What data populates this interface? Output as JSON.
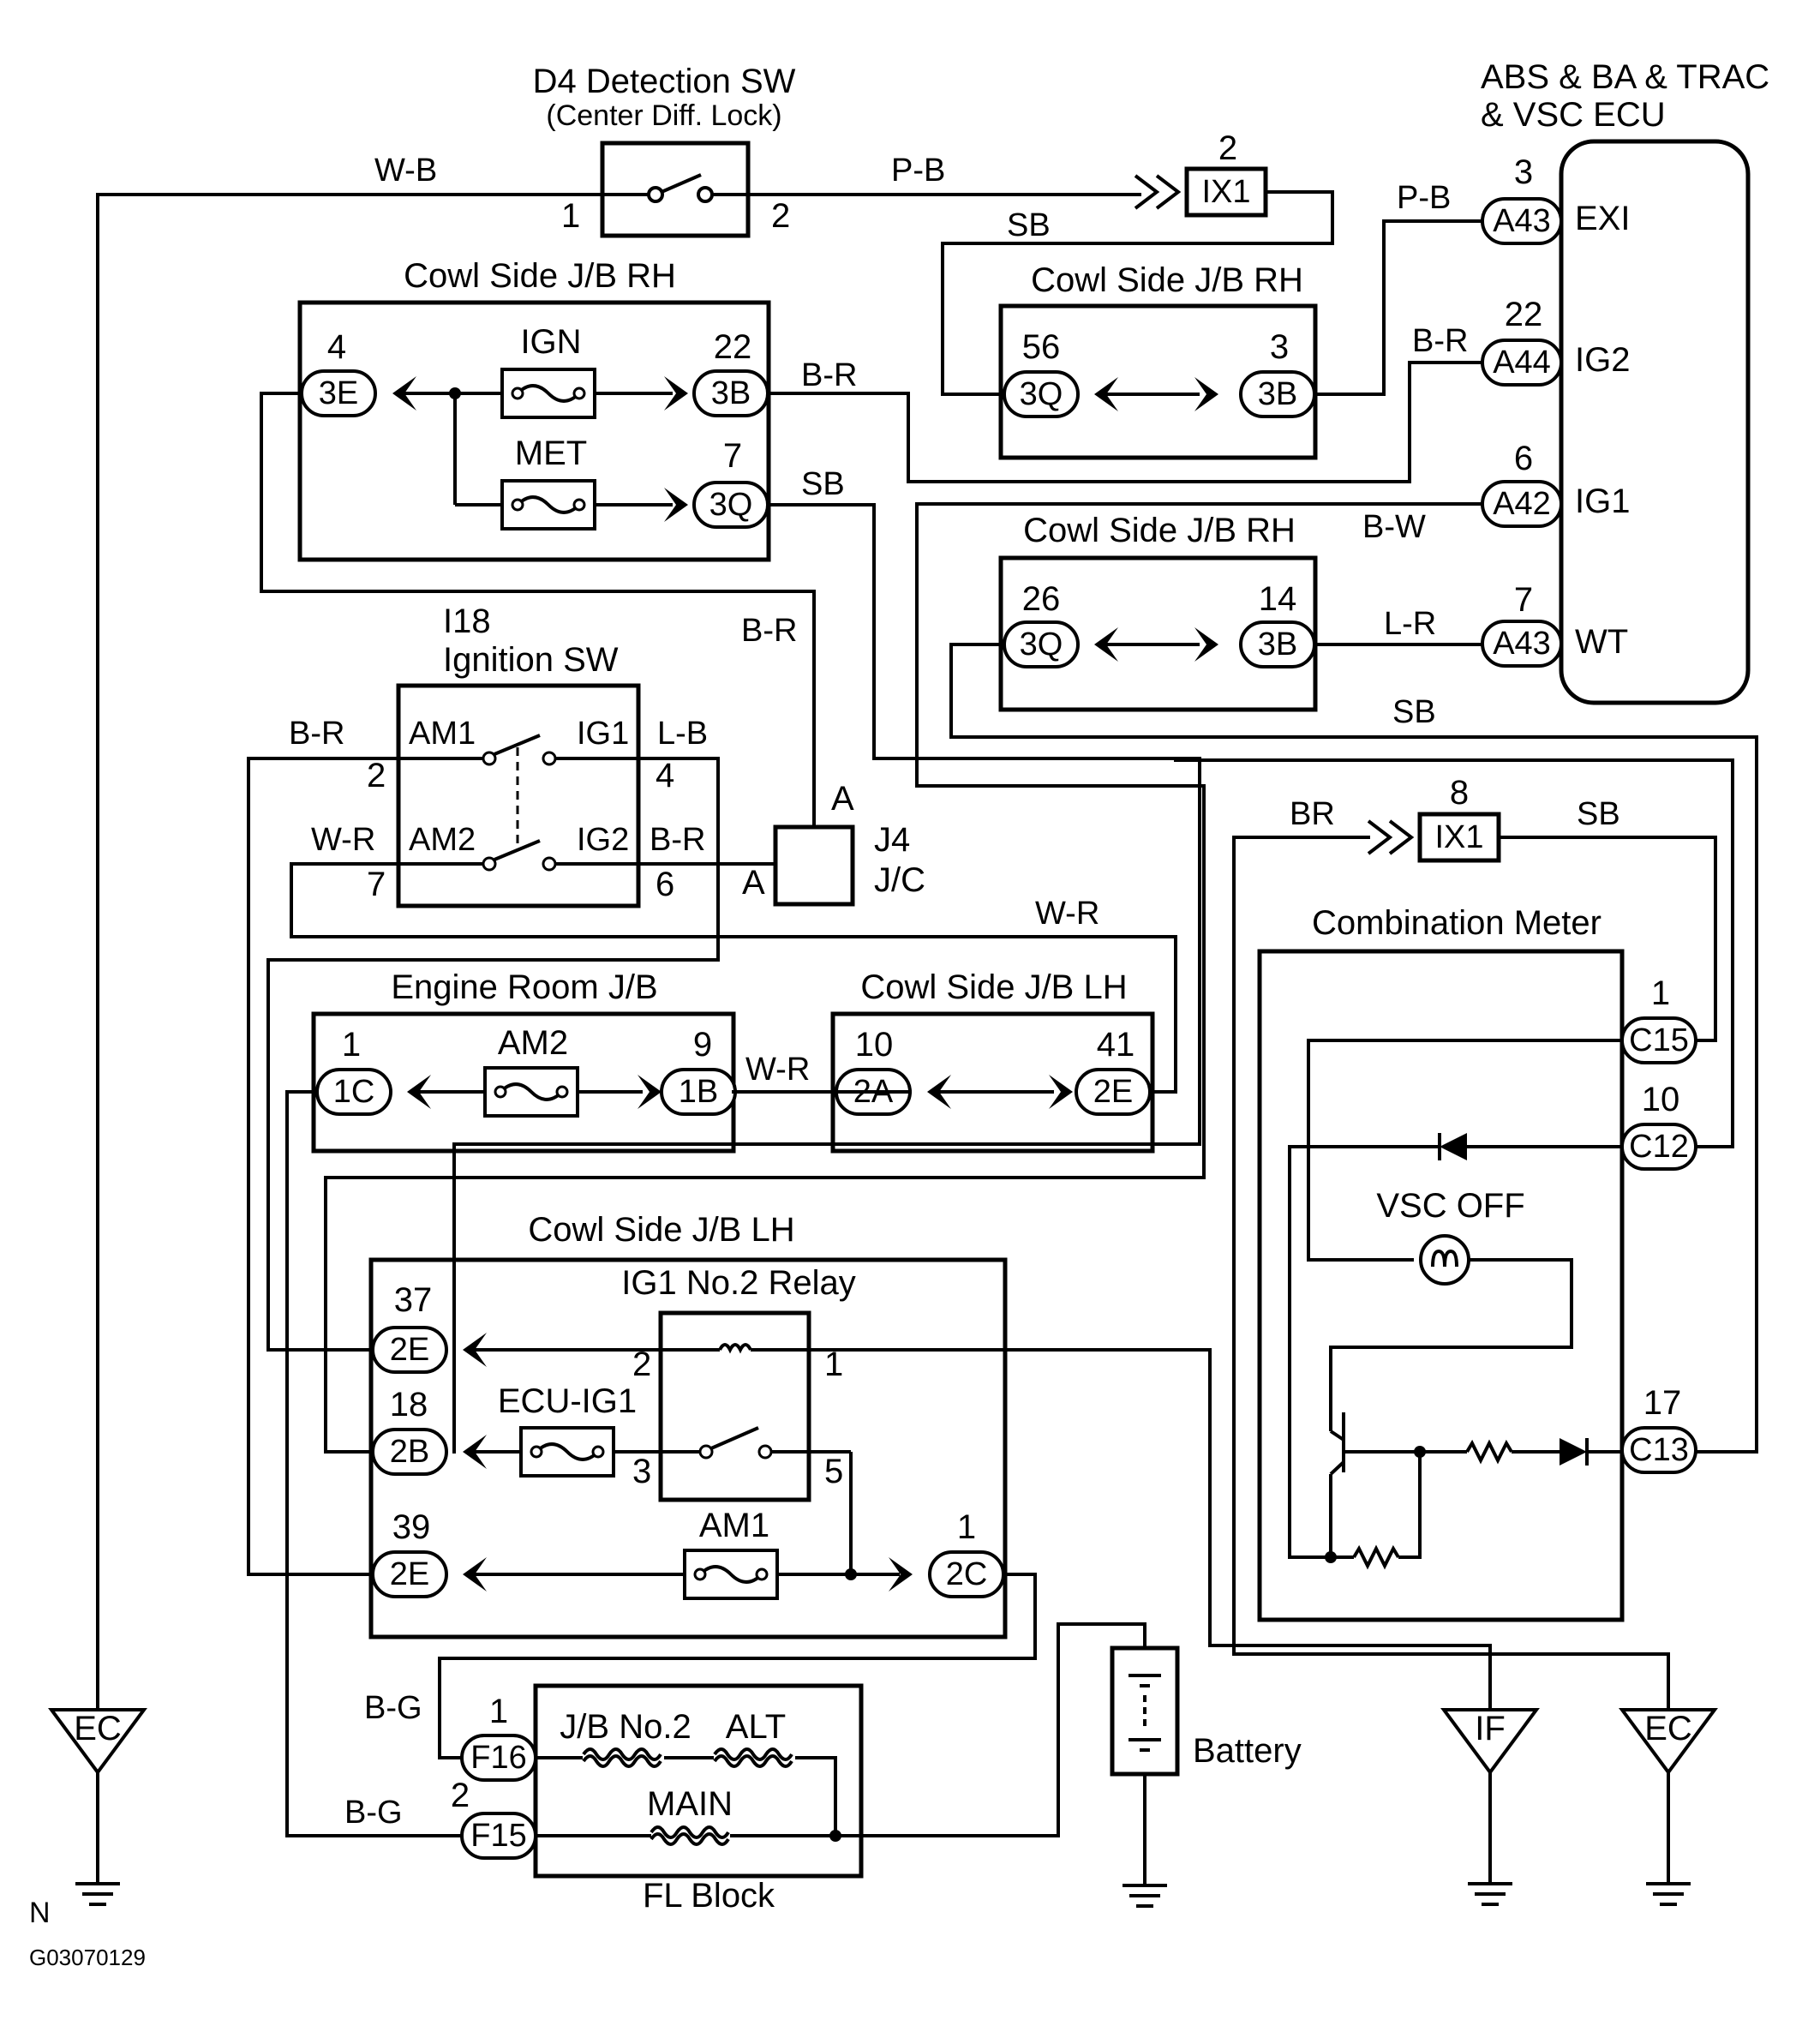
{
  "ecu": {
    "title_line1": "ABS & BA & TRAC",
    "title_line2": "& VSC ECU",
    "pins": [
      {
        "num": "3",
        "conn": "A43",
        "name": "EXI"
      },
      {
        "num": "22",
        "conn": "A44",
        "name": "IG2"
      },
      {
        "num": "6",
        "conn": "A42",
        "name": "IG1"
      },
      {
        "num": "7",
        "conn": "A43",
        "name": "WT"
      }
    ]
  },
  "d4": {
    "title_line1": "D4 Detection SW",
    "title_line2": "(Center Diff. Lock)",
    "pin1": "1",
    "pin2": "2"
  },
  "ix1_top": {
    "label": "IX1",
    "pin": "2"
  },
  "ix1_mid": {
    "label": "IX1",
    "pin": "8"
  },
  "jb_rh_1": {
    "title": "Cowl Side J/B RH",
    "fuse1": "IGN",
    "fuse2": "MET",
    "pins": [
      {
        "num": "4",
        "conn": "3E"
      },
      {
        "num": "22",
        "conn": "3B"
      },
      {
        "num": "7",
        "conn": "3Q"
      }
    ]
  },
  "jb_rh_2": {
    "title": "Cowl Side J/B RH",
    "pins": [
      {
        "num": "56",
        "conn": "3Q"
      },
      {
        "num": "3",
        "conn": "3B"
      }
    ]
  },
  "jb_rh_3": {
    "title": "Cowl Side J/B RH",
    "pins": [
      {
        "num": "26",
        "conn": "3Q"
      },
      {
        "num": "14",
        "conn": "3B"
      }
    ]
  },
  "ignition": {
    "code": "I18",
    "title": "Ignition SW",
    "am1": "AM1",
    "am2": "AM2",
    "ig1": "IG1",
    "ig2": "IG2",
    "pin_am1": "2",
    "pin_am2": "7",
    "pin_ig1": "4",
    "pin_ig2": "6"
  },
  "j4": {
    "code": "J4",
    "type": "J/C",
    "pin_a1": "A",
    "pin_a2": "A"
  },
  "engine_jb": {
    "title": "Engine Room J/B",
    "fuse": "AM2",
    "pins": [
      {
        "num": "1",
        "conn": "1C"
      },
      {
        "num": "9",
        "conn": "1B"
      }
    ]
  },
  "cowl_lh_1": {
    "title": "Cowl Side J/B LH",
    "pins": [
      {
        "num": "10",
        "conn": "2A"
      },
      {
        "num": "41",
        "conn": "2E"
      }
    ]
  },
  "cowl_lh_2": {
    "title": "Cowl Side J/B LH",
    "relay": "IG1 No.2 Relay",
    "fuse1": "ECU-IG1",
    "fuse2": "AM1",
    "pins": [
      {
        "num": "37",
        "conn": "2E"
      },
      {
        "num": "18",
        "conn": "2B"
      },
      {
        "num": "39",
        "conn": "2E"
      },
      {
        "num": "1",
        "conn": "2C"
      }
    ],
    "relay_pins": [
      "2",
      "1",
      "3",
      "5"
    ]
  },
  "meter": {
    "title": "Combination Meter",
    "lamp": "VSC OFF",
    "pins": [
      {
        "num": "1",
        "conn": "C15"
      },
      {
        "num": "10",
        "conn": "C12"
      },
      {
        "num": "17",
        "conn": "C13"
      }
    ]
  },
  "fl_block": {
    "title": "FL Block",
    "fuse1": "J/B No.2",
    "fuse2": "ALT",
    "fuse3": "MAIN",
    "pins": [
      {
        "num": "1",
        "conn": "F16"
      },
      {
        "num": "2",
        "conn": "F15"
      }
    ]
  },
  "battery": {
    "label": "Battery"
  },
  "grounds": [
    {
      "label": "EC"
    },
    {
      "label": "IF"
    },
    {
      "label": "EC"
    }
  ],
  "wires": {
    "wb": "W-B",
    "pb1": "P-B",
    "pb2": "P-B",
    "sb1": "SB",
    "br1": "B-R",
    "br2": "B-R",
    "sb2": "SB",
    "bw": "B-W",
    "br3": "B-R",
    "lr": "L-R",
    "sb3": "SB",
    "br4": "B-R",
    "lb": "L-B",
    "wr1": "W-R",
    "br5": "B-R",
    "wr2": "W-R",
    "wr3": "W-R",
    "br6": "BR",
    "sb4": "SB",
    "bg1": "B-G",
    "bg2": "B-G"
  },
  "footer": {
    "letter": "N",
    "code": "G03070129"
  }
}
